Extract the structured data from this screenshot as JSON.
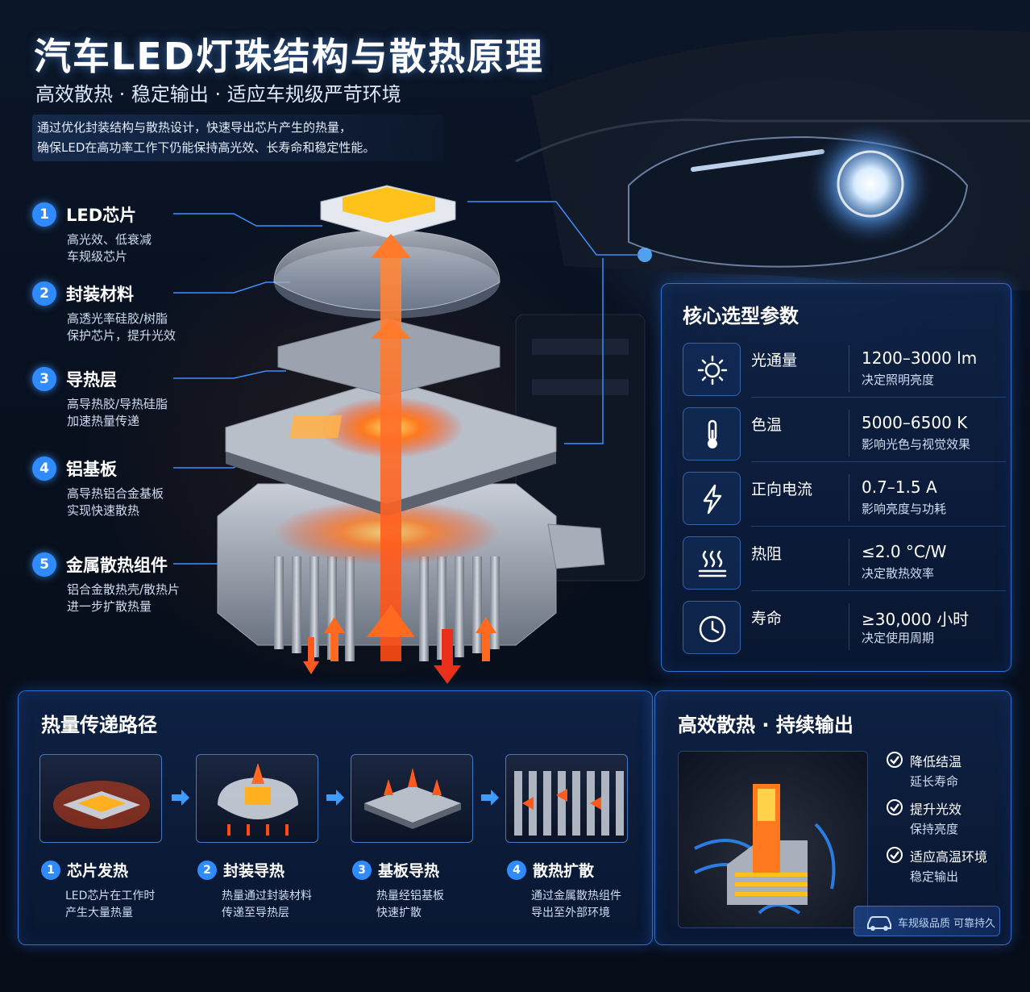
{
  "header": {
    "title": "汽车LED灯珠结构与散热原理",
    "subtitle": "高效散热 · 稳定输出 · 适应车规级严苛环境",
    "description_line1": "通过优化封装结构与散热设计，快速导出芯片产生的热量，",
    "description_line2": "确保LED在高功率工作下仍能保持高光效、长寿命和稳定性能。"
  },
  "components": [
    {
      "num": "1",
      "title": "LED芯片",
      "desc1": "高光效、低衰减",
      "desc2": "车规级芯片"
    },
    {
      "num": "2",
      "title": "封装材料",
      "desc1": "高透光率硅胶/树脂",
      "desc2": "保护芯片，提升光效"
    },
    {
      "num": "3",
      "title": "导热层",
      "desc1": "高导热胶/导热硅脂",
      "desc2": "加速热量传递"
    },
    {
      "num": "4",
      "title": "铝基板",
      "desc1": "高导热铝合金基板",
      "desc2": "实现快速散热"
    },
    {
      "num": "5",
      "title": "金属散热组件",
      "desc1": "铝合金散热壳/散热片",
      "desc2": "进一步扩散热量"
    }
  ],
  "params": {
    "title": "核心选型参数",
    "rows": [
      {
        "icon": "sun-icon",
        "name": "光通量",
        "value": "1200–3000 lm",
        "sub": "决定照明亮度"
      },
      {
        "icon": "thermometer-icon",
        "name": "色温",
        "value": "5000–6500 K",
        "sub": "影响光色与视觉效果"
      },
      {
        "icon": "lightning-icon",
        "name": "正向电流",
        "value": "0.7–1.5 A",
        "sub": "影响亮度与功耗"
      },
      {
        "icon": "heat-waves-icon",
        "name": "热阻",
        "value": "≤2.0 °C/W",
        "sub": "决定散热效率"
      },
      {
        "icon": "clock-icon",
        "name": "寿命",
        "value": "≥30,000 小时",
        "sub": "决定使用周期"
      }
    ]
  },
  "heat_path": {
    "title": "热量传递路径",
    "steps": [
      {
        "num": "1",
        "title": "芯片发热",
        "desc1": "LED芯片在工作时",
        "desc2": "产生大量热量"
      },
      {
        "num": "2",
        "title": "封装导热",
        "desc1": "热量通过封装材料",
        "desc2": "传递至导热层"
      },
      {
        "num": "3",
        "title": "基板导热",
        "desc1": "热量经铝基板",
        "desc2": "快速扩散"
      },
      {
        "num": "4",
        "title": "散热扩散",
        "desc1": "通过金属散热组件",
        "desc2": "导出至外部环境"
      }
    ]
  },
  "efficiency": {
    "title": "高效散热 · 持续输出",
    "benefits": [
      {
        "line1": "降低结温",
        "line2": "延长寿命"
      },
      {
        "line1": "提升光效",
        "line2": "保持亮度"
      },
      {
        "line1": "适应高温环境",
        "line2": "稳定输出"
      }
    ],
    "badge": "车规级品质 可靠持久"
  },
  "colors": {
    "accent": "#2f8bff",
    "heat": "#ff5a1e",
    "chip": "#ffc21a",
    "panel_border": "#3c8cff"
  }
}
